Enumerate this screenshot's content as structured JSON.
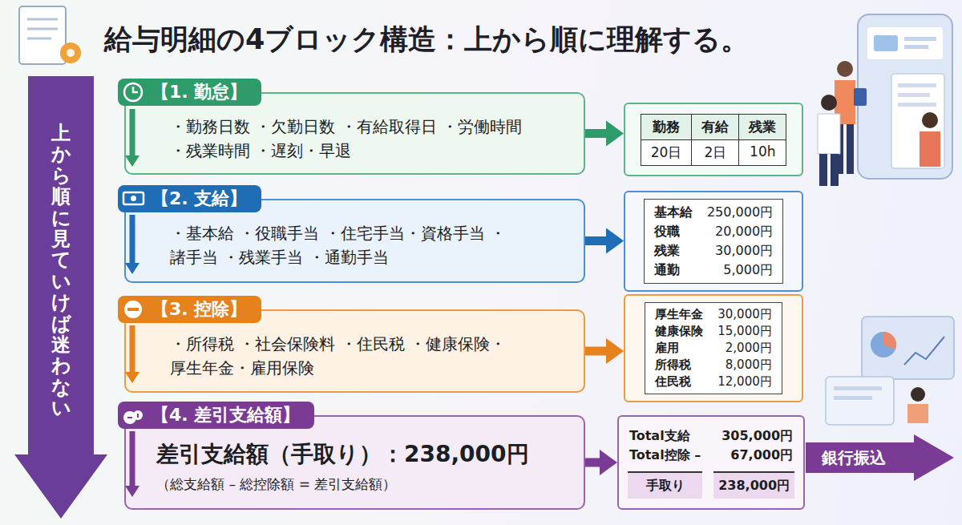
{
  "diagram": {
    "title": "給与明細の4ブロック構造：上から順に理解する。",
    "nodes": [
      {
        "text": [
          "【1. 勤怠】",
          "・勤務日数 ・欠勤日数 ・有給取得日 ・労働時間 ・残業時間 ・遅刻・早退"
        ]
      },
      {
        "text": [
          "勤務",
          "有給",
          "残業",
          "20日",
          "2日",
          "10h"
        ]
      },
      {
        "text": [
          "【2. 支給】",
          "・基本給 ・役職手当 ・住宅手当・資格手当 ・諸手当 ・残業手当 ・通勤手当"
        ]
      },
      {
        "text": [
          "基本給",
          "250,000円",
          "役職",
          "20,000円",
          "残業",
          "30,000円",
          "通勤",
          "5,000円"
        ]
      },
      {
        "text": [
          "【3. 控除】",
          "・所得税 ・社会保険料 ・住民税 ・健康保険・厚生年金・雇用保険"
        ]
      },
      {
        "text": [
          "厚生年金",
          "30,000円",
          "健康保険",
          "15,000円",
          "雇用",
          "2,000円",
          "所得税",
          "8,000円",
          "住民税",
          "12,000円"
        ]
      },
      {
        "text": [
          "【4. 差引支給額】",
          "差引支給額（手取り）：238,000円",
          "（総支給額 – 総控除額 = 差引支給額）"
        ]
      },
      {
        "text": [
          "Total支給",
          "305,000円",
          "Total控除 –",
          "67,000円",
          "手取り",
          "238,000円"
        ]
      },
      {
        "text": [
          "銀行振込"
        ]
      },
      {
        "text": [
          "上から順に見ていけば迷わない"
        ]
      }
    ],
    "edges": [
      {
        "from": 0,
        "to": 1,
        "arrow": "to"
      },
      {
        "from": 2,
        "to": 3,
        "arrow": "to"
      },
      {
        "from": 4,
        "to": 5,
        "arrow": "to"
      },
      {
        "from": 6,
        "to": 7,
        "arrow": "to"
      }
    ]
  }
}
